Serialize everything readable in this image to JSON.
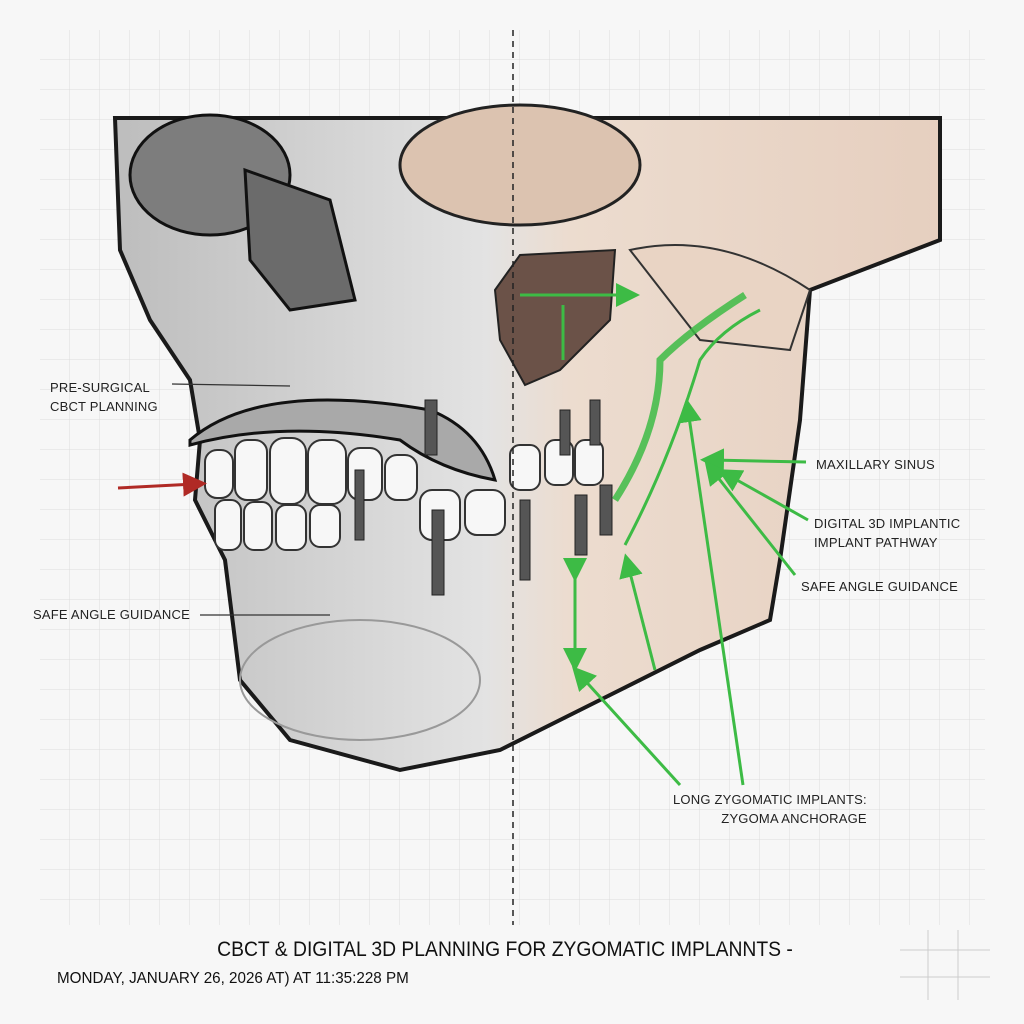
{
  "labels": {
    "pre_surgical_1": "PRE-SURGICAL",
    "pre_surgical_2": "CBCT PLANNING",
    "safe_angle_left": "SAFE ANGLE GUIDANCE",
    "maxillary_sinus": "MAXILLARY SINUS",
    "digital_3d_1": "DIGITAL 3D IMPLANTIC",
    "digital_3d_2": "IMPLANT PATHWAY",
    "safe_angle_right": "SAFE ANGLE GUIDANCE",
    "long_zygomatic_1": "LONG ZYGOMATIC IMPLANTS:",
    "long_zygomatic_2": "ZYGOMA ANCHORAGE"
  },
  "footer": {
    "title": "CBCT & DIGITAL 3D PLANNING FOR ZYGOMATIC IMPLANNTS -",
    "date": "MONDAY, JANUARY 26, 2026 AT)  AT  11:35:228 PM"
  },
  "colors": {
    "guide": "#3dbb45",
    "arrow": "#b02a25",
    "bone": "#ead6c6",
    "gray": "#cfcfcf"
  }
}
